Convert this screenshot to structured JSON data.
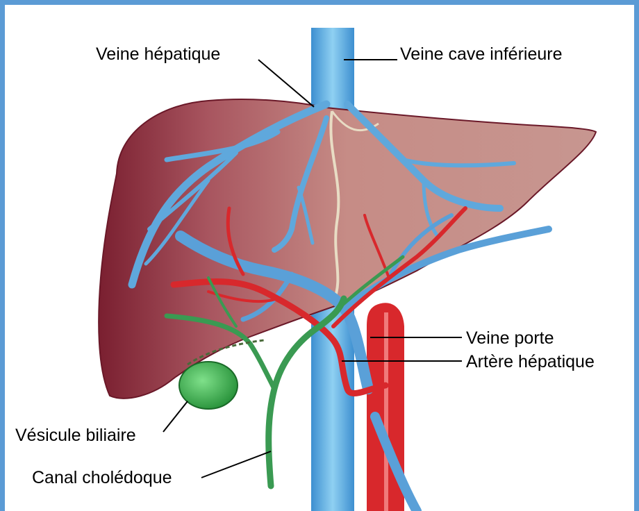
{
  "labels": {
    "veine_hepatique": "Veine hépatique",
    "veine_cave_inferieure": "Veine cave inférieure",
    "veine_porte": "Veine porte",
    "artere_hepatique": "Artère hépatique",
    "vesicule_biliaire": "Vésicule biliaire",
    "canal_choledoque": "Canal cholédoque"
  },
  "colors": {
    "frame": "#5b9bd5",
    "liver": "#b57878",
    "liver_dark": "#8a2e3d",
    "vein": "#6fb6e0",
    "artery": "#d8282c",
    "bile": "#3a9a52",
    "gallbladder": "#36b24a"
  }
}
